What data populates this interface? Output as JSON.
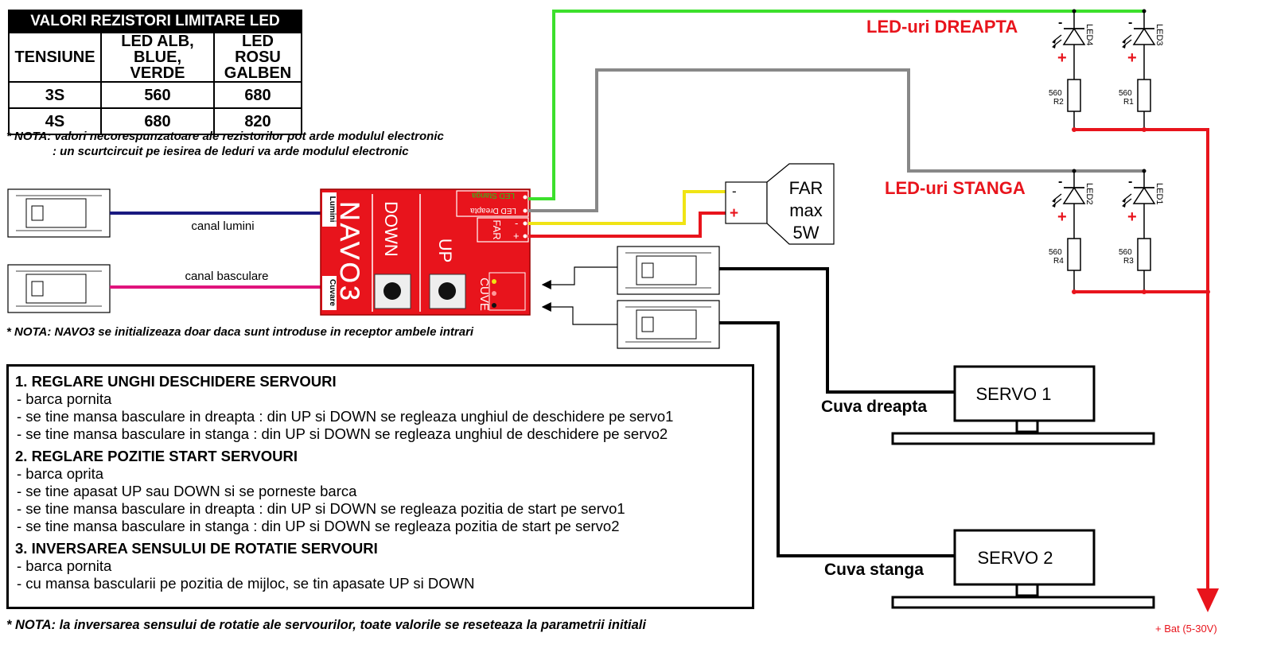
{
  "resistor_table": {
    "title": "VALORI REZISTORI LIMITARE LED",
    "headers": [
      "TENSIUNE",
      "LED ALB, BLUE, VERDE",
      "LED ROSU GALBEN"
    ],
    "rows": [
      {
        "voltage": "3S",
        "white_blue_green": "560",
        "red_yellow": "680"
      },
      {
        "voltage": "4S",
        "white_blue_green": "680",
        "red_yellow": "820"
      }
    ]
  },
  "notes": {
    "resistor_1": "* NOTA: valori necorespunzatoare ale rezistorilor pot arde modulul electronic",
    "resistor_2": ": un scurtcircuit pe iesirea de leduri va arde modulul electronic",
    "init": "* NOTA: NAVO3 se initializeaza doar daca sunt introduse in receptor ambele intrari",
    "reset": "* NOTA: la inversarea sensului de rotatie ale servourilor, toate valorile se reseteaza la parametrii initiali"
  },
  "channels": {
    "lights": "canal lumini",
    "tipper": "canal basculare"
  },
  "module": {
    "name": "NAVO3",
    "btn_down": "DOWN",
    "btn_up": "UP",
    "input_lights": "Lumini",
    "input_tipper": "Cuvare",
    "out_led_left": "LED Stanga",
    "out_led_right": "LED Dreapta",
    "out_far": "FAR",
    "minus": "-",
    "plus": "+",
    "servo_port": "CUVE"
  },
  "far": {
    "line1": "FAR",
    "line2": "max",
    "line3": "5W",
    "minus": "-",
    "plus": "+"
  },
  "led_groups": {
    "right": "LED-uri DREAPTA",
    "left": "LED-uri STANGA"
  },
  "leds": [
    {
      "id": "LED4",
      "resistor_value": "560",
      "resistor_id": "R2",
      "minus": "-",
      "plus": "+"
    },
    {
      "id": "LED3",
      "resistor_value": "560",
      "resistor_id": "R1",
      "minus": "-",
      "plus": "+"
    },
    {
      "id": "LED2",
      "resistor_value": "560",
      "resistor_id": "R4",
      "minus": "-",
      "plus": "+"
    },
    {
      "id": "LED1",
      "resistor_value": "560",
      "resistor_id": "R3",
      "minus": "-",
      "plus": "+"
    }
  ],
  "battery": "+ Bat (5-30V)",
  "servos": [
    {
      "name": "SERVO 1",
      "bucket": "Cuva dreapta"
    },
    {
      "name": "SERVO 2",
      "bucket": "Cuva stanga"
    }
  ],
  "instructions": [
    {
      "title": "1. REGLARE UNGHI DESCHIDERE SERVOURI",
      "lines": [
        "- barca pornita",
        "- se tine mansa basculare in dreapta : din UP si DOWN se regleaza unghiul de deschidere pe servo1",
        "- se tine mansa basculare in stanga  : din UP si DOWN se regleaza unghiul de deschidere pe servo2"
      ]
    },
    {
      "title": "2. REGLARE POZITIE START SERVOURI",
      "lines": [
        "- barca oprita",
        "- se tine apasat UP sau DOWN si se porneste barca",
        "- se tine mansa basculare in dreapta : din UP si DOWN se regleaza pozitia de start pe servo1",
        "- se tine mansa basculare in stanga  : din UP si DOWN se regleaza pozitia de start pe servo2"
      ]
    },
    {
      "title": "3. INVERSAREA SENSULUI DE ROTATIE SERVOURI",
      "lines": [
        "- barca pornita",
        "- cu mansa bascularii pe pozitia de mijloc, se tin apasate UP si DOWN"
      ]
    }
  ],
  "colors": {
    "module_red": "#e8141c",
    "wire_green": "#3ce02c",
    "wire_gray": "#888888",
    "wire_yellow": "#f0e414",
    "wire_red": "#e8141c",
    "wire_blue": "#1a1a80",
    "wire_pink": "#e0147c",
    "label_red": "#e8141c"
  }
}
